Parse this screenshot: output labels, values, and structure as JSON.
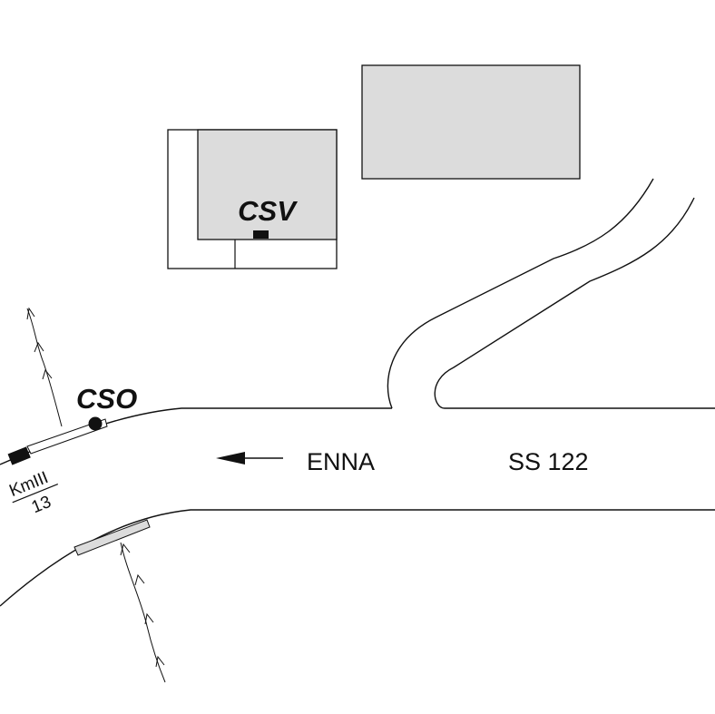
{
  "labels": {
    "csv": "CSV",
    "cso": "CSO",
    "direction": "ENNA",
    "road": "SS 122",
    "km_unit": "KmIII",
    "km_number": "13"
  },
  "colors": {
    "building_fill": "#dcdcdc",
    "line": "#111111",
    "background": "#ffffff"
  },
  "icons": {
    "direction_arrow": "left-arrow-icon",
    "cso_marker": "filled-circle-icon",
    "csv_marker": "filled-rect-icon"
  }
}
